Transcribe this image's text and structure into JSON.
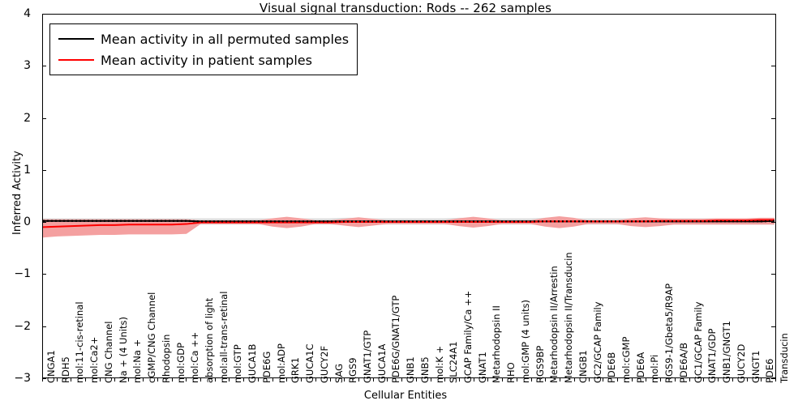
{
  "title": "Visual signal transduction: Rods -- 262 samples",
  "legend": {
    "items": [
      {
        "label": "Mean activity in all permuted samples",
        "color": "#000000"
      },
      {
        "label": "Mean activity in patient samples",
        "color": "#ff0000"
      }
    ]
  },
  "chart_data": {
    "type": "line",
    "title": "Visual signal transduction: Rods -- 262 samples",
    "xlabel": "Cellular Entities",
    "ylabel": "Inferred Activity",
    "ylim": [
      -3,
      4
    ],
    "yticks": [
      -3,
      -2,
      -1,
      0,
      1,
      2,
      3,
      4
    ],
    "grid": false,
    "legend_position": "upper left",
    "band_colors": {
      "permuted": "#dcdcdc",
      "patient": "#f4a0a0"
    },
    "categories": [
      "CNGA1",
      "RDH5",
      "mol:11-cis-retinal",
      "mol:Ca2+",
      "CNG Channel",
      "Na + (4 Units)",
      "mol:Na +",
      "cGMP/CNG Channel",
      "Rhodopsin",
      "mol:GDP",
      "mol:Ca ++",
      "absorption of light",
      "mol:all-trans-retinal",
      "mol:GTP",
      "GUCA1B",
      "PDE6G",
      "mol:ADP",
      "GRK1",
      "GUCA1C",
      "GUCY2F",
      "SAG",
      "RGS9",
      "GNAT1/GTP",
      "GUCA1A",
      "PDE6G/GNAT1/GTP",
      "GNB1",
      "GNB5",
      "mol:K +",
      "SLC24A1",
      "GCAP Family/Ca ++",
      "GNAT1",
      "Metarhodopsin II",
      "RHO",
      "mol:GMP (4 units)",
      "RGS9BP",
      "Metarhodopsin II/Arrestin",
      "Metarhodopsin II/Transducin",
      "CNGB1",
      "GC2/GCAP Family",
      "PDE6B",
      "mol:cGMP",
      "PDE6A",
      "mol:Pi",
      "RGS9-1/Gbeta5/R9AP",
      "PDE6A/B",
      "GC1/GCAP Family",
      "GNAT1/GDP",
      "GNB1/GNGT1",
      "GUCY2D",
      "GNGT1",
      "PDE6",
      "Transducin"
    ],
    "series": [
      {
        "name": "Mean activity in all permuted samples",
        "color": "#000000",
        "values": [
          0.02,
          0.02,
          0.02,
          0.02,
          0.02,
          0.02,
          0.02,
          0.02,
          0.02,
          0.02,
          0.02,
          0.01,
          0.01,
          0.01,
          0.01,
          0.01,
          0.01,
          0.01,
          0.01,
          0.01,
          0.01,
          0.01,
          0.01,
          0.01,
          0.01,
          0.01,
          0.01,
          0.01,
          0.01,
          0.01,
          0.01,
          0.01,
          0.01,
          0.01,
          0.01,
          0.01,
          0.01,
          0.01,
          0.01,
          0.01,
          0.01,
          0.01,
          0.01,
          0.01,
          0.01,
          0.01,
          0.01,
          0.01,
          0.01,
          0.01,
          0.01,
          0.02
        ],
        "band_lower": [
          -0.03,
          -0.03,
          -0.03,
          -0.03,
          -0.03,
          -0.03,
          -0.03,
          -0.03,
          -0.03,
          -0.03,
          -0.04,
          -0.05,
          -0.05,
          -0.05,
          -0.05,
          -0.05,
          -0.05,
          -0.05,
          -0.05,
          -0.05,
          -0.05,
          -0.06,
          -0.06,
          -0.05,
          -0.05,
          -0.05,
          -0.05,
          -0.05,
          -0.05,
          -0.06,
          -0.06,
          -0.05,
          -0.05,
          -0.05,
          -0.05,
          -0.06,
          -0.06,
          -0.05,
          -0.05,
          -0.05,
          -0.05,
          -0.05,
          -0.05,
          -0.05,
          -0.05,
          -0.05,
          -0.05,
          -0.05,
          -0.05,
          -0.05,
          -0.05,
          -0.05
        ],
        "band_upper": [
          0.07,
          0.07,
          0.07,
          0.07,
          0.07,
          0.07,
          0.07,
          0.07,
          0.07,
          0.07,
          0.07,
          0.07,
          0.07,
          0.07,
          0.07,
          0.07,
          0.07,
          0.07,
          0.07,
          0.07,
          0.07,
          0.08,
          0.08,
          0.07,
          0.07,
          0.07,
          0.07,
          0.07,
          0.07,
          0.08,
          0.08,
          0.07,
          0.07,
          0.07,
          0.07,
          0.08,
          0.08,
          0.07,
          0.07,
          0.07,
          0.07,
          0.07,
          0.07,
          0.07,
          0.07,
          0.07,
          0.07,
          0.07,
          0.07,
          0.07,
          0.07,
          0.07
        ]
      },
      {
        "name": "Mean activity in patient samples",
        "color": "#ff0000",
        "values": [
          -0.1,
          -0.09,
          -0.08,
          -0.07,
          -0.06,
          -0.06,
          -0.05,
          -0.05,
          -0.05,
          -0.05,
          -0.04,
          -0.01,
          -0.01,
          -0.01,
          -0.01,
          -0.01,
          -0.01,
          -0.01,
          -0.01,
          -0.01,
          -0.01,
          0.0,
          0.0,
          0.0,
          0.0,
          0.0,
          0.0,
          0.0,
          0.0,
          0.0,
          0.0,
          0.0,
          0.0,
          0.0,
          0.0,
          0.01,
          0.01,
          0.01,
          0.01,
          0.01,
          0.01,
          0.01,
          0.01,
          0.02,
          0.02,
          0.02,
          0.02,
          0.03,
          0.03,
          0.03,
          0.04,
          0.04
        ],
        "band_lower": [
          -0.3,
          -0.28,
          -0.27,
          -0.26,
          -0.25,
          -0.25,
          -0.24,
          -0.24,
          -0.24,
          -0.24,
          -0.23,
          -0.04,
          -0.04,
          -0.04,
          -0.04,
          -0.04,
          -0.09,
          -0.12,
          -0.09,
          -0.04,
          -0.04,
          -0.07,
          -0.1,
          -0.07,
          -0.04,
          -0.04,
          -0.04,
          -0.04,
          -0.04,
          -0.08,
          -0.11,
          -0.08,
          -0.04,
          -0.04,
          -0.04,
          -0.09,
          -0.12,
          -0.09,
          -0.04,
          -0.04,
          -0.04,
          -0.08,
          -0.1,
          -0.08,
          -0.05,
          -0.05,
          -0.05,
          -0.05,
          -0.05,
          -0.05,
          -0.05,
          -0.05
        ],
        "band_upper": [
          0.05,
          0.05,
          0.05,
          0.05,
          0.05,
          0.05,
          0.05,
          0.05,
          0.05,
          0.05,
          0.05,
          0.03,
          0.03,
          0.03,
          0.03,
          0.03,
          0.07,
          0.1,
          0.07,
          0.03,
          0.03,
          0.06,
          0.09,
          0.06,
          0.03,
          0.03,
          0.03,
          0.03,
          0.03,
          0.07,
          0.1,
          0.07,
          0.03,
          0.03,
          0.03,
          0.08,
          0.11,
          0.08,
          0.03,
          0.03,
          0.03,
          0.07,
          0.09,
          0.07,
          0.06,
          0.06,
          0.06,
          0.07,
          0.07,
          0.07,
          0.08,
          0.08
        ]
      }
    ]
  }
}
